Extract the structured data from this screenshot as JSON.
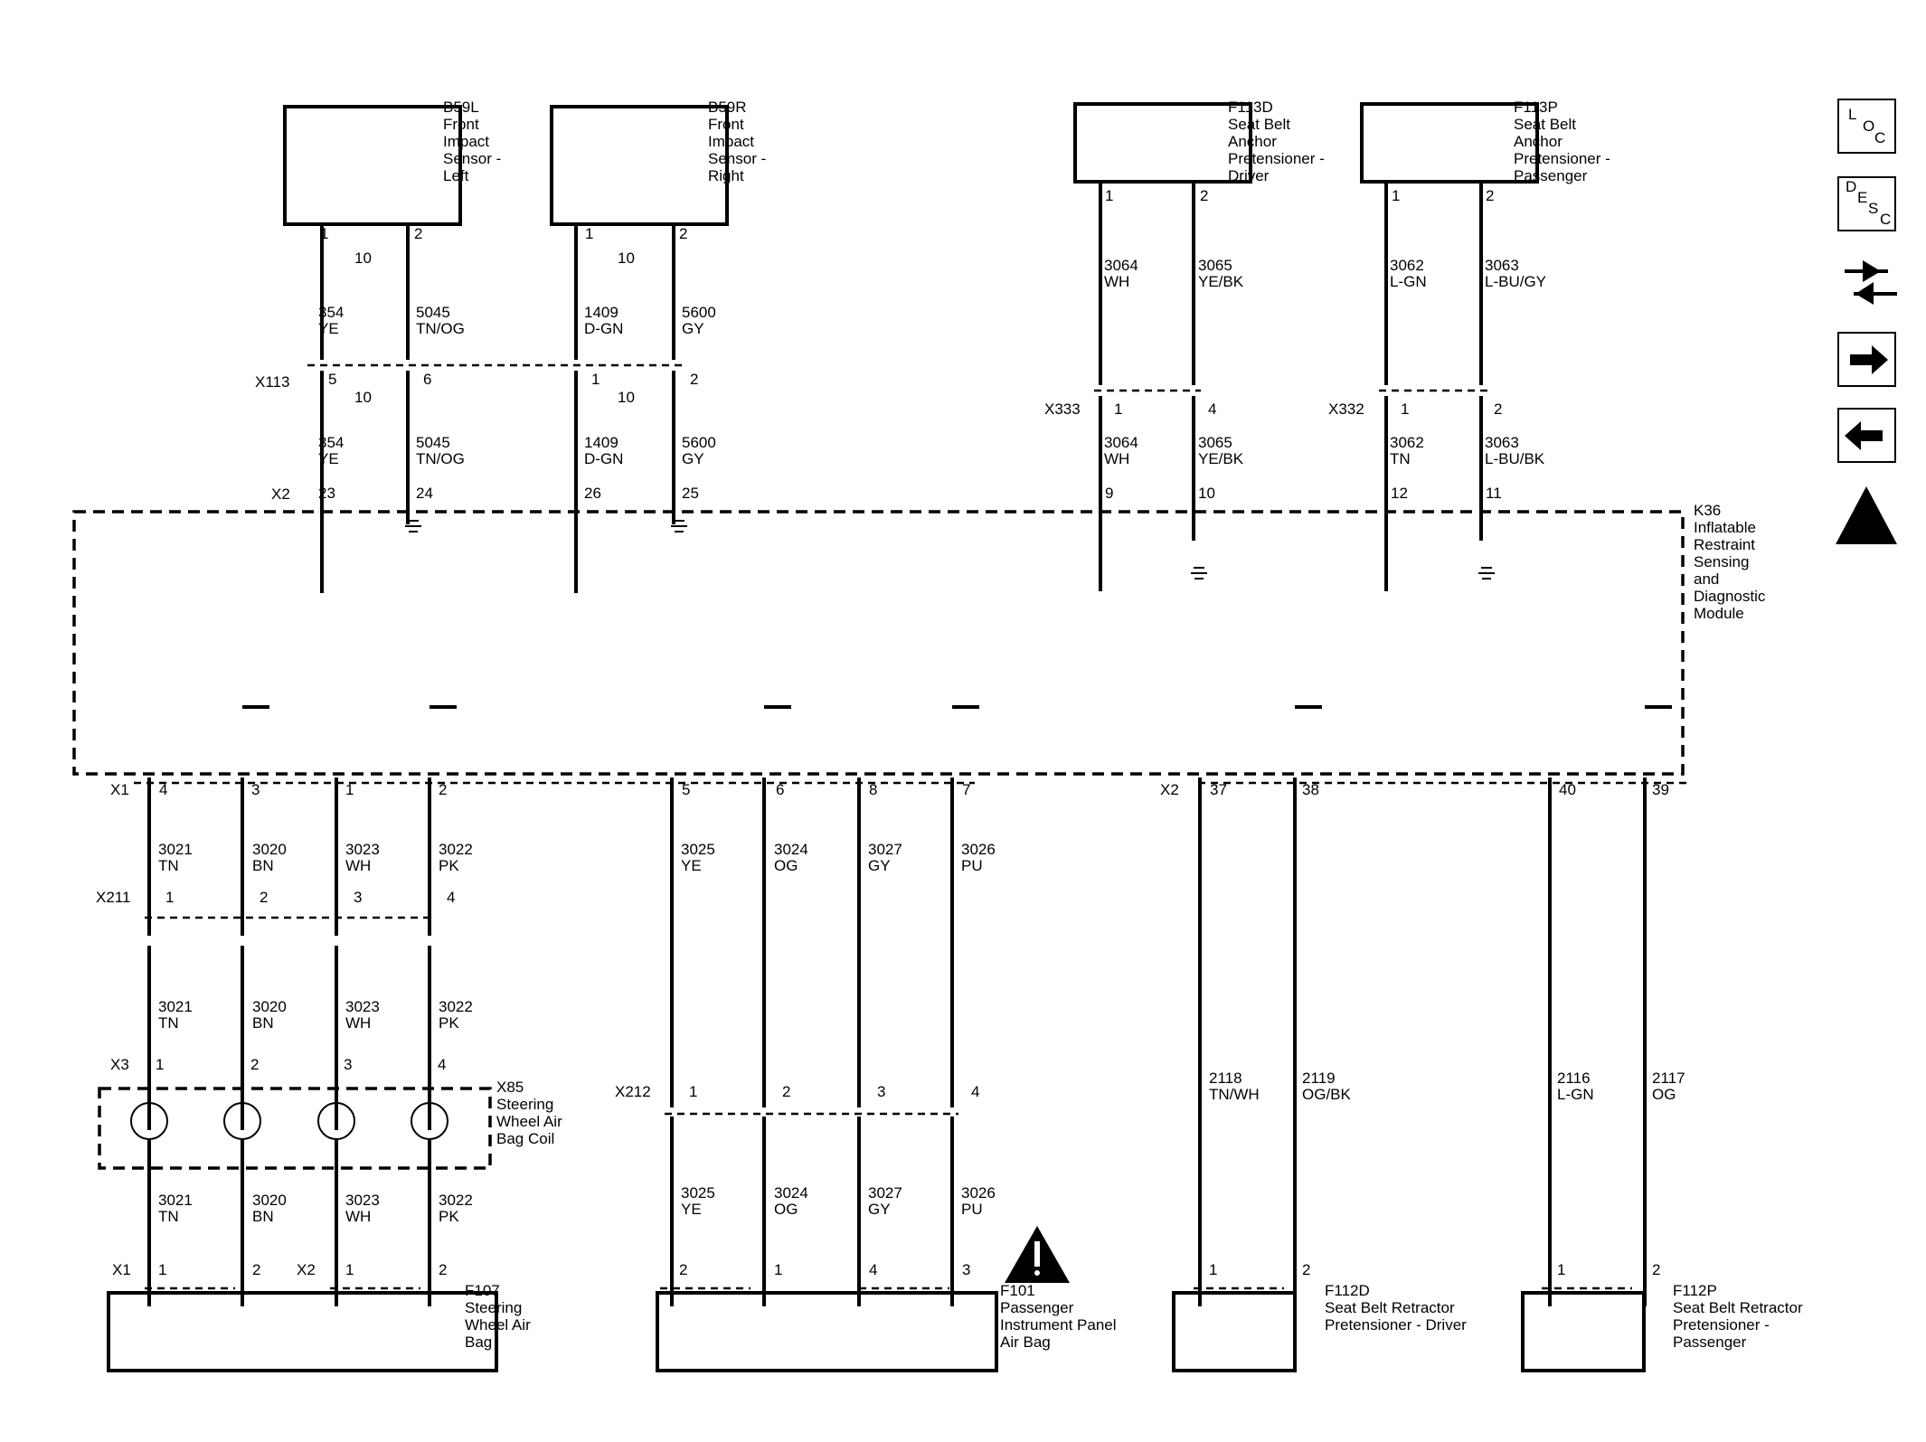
{
  "top_components": [
    {
      "id": "B59L",
      "lines": [
        "B59L",
        "Front",
        "Impact",
        "Sensor -",
        "Left"
      ],
      "pins": [
        "1",
        "2"
      ],
      "twist": "10",
      "wires": [
        {
          "c": "354",
          "k": "YE"
        },
        {
          "c": "5045",
          "k": "TN/OG"
        }
      ],
      "connector_pins": [
        "5",
        "6"
      ],
      "twist2": "10",
      "wires2": [
        {
          "c": "354",
          "k": "YE"
        },
        {
          "c": "5045",
          "k": "TN/OG"
        }
      ],
      "k36_pins": [
        "23",
        "24"
      ]
    },
    {
      "id": "B59R",
      "lines": [
        "B59R",
        "Front",
        "Impact",
        "Sensor -",
        "Right"
      ],
      "pins": [
        "1",
        "2"
      ],
      "twist": "10",
      "wires": [
        {
          "c": "1409",
          "k": "D-GN"
        },
        {
          "c": "5600",
          "k": "GY"
        }
      ],
      "connector_pins": [
        "1",
        "2"
      ],
      "twist2": "10",
      "wires2": [
        {
          "c": "1409",
          "k": "D-GN"
        },
        {
          "c": "5600",
          "k": "GY"
        }
      ],
      "k36_pins": [
        "26",
        "25"
      ]
    },
    {
      "id": "F113D",
      "lines": [
        "F113D",
        "Seat Belt",
        "Anchor",
        "Pretensioner -",
        "Driver"
      ],
      "pins": [
        "1",
        "2"
      ],
      "wires": [
        {
          "c": "3064",
          "k": "WH"
        },
        {
          "c": "3065",
          "k": "YE/BK"
        }
      ],
      "connector": "X333",
      "connector_pins": [
        "1",
        "4"
      ],
      "wires2": [
        {
          "c": "3064",
          "k": "WH"
        },
        {
          "c": "3065",
          "k": "YE/BK"
        }
      ],
      "k36_pins": [
        "9",
        "10"
      ]
    },
    {
      "id": "F113P",
      "lines": [
        "F113P",
        "Seat Belt",
        "Anchor",
        "Pretensioner -",
        "Passenger"
      ],
      "pins": [
        "1",
        "2"
      ],
      "wires": [
        {
          "c": "3062",
          "k": "L-GN"
        },
        {
          "c": "3063",
          "k": "L-BU/GY"
        }
      ],
      "connector": "X332",
      "connector_pins": [
        "1",
        "2"
      ],
      "wires2": [
        {
          "c": "3062",
          "k": "TN"
        },
        {
          "c": "3063",
          "k": "L-BU/BK"
        }
      ],
      "k36_pins": [
        "12",
        "11"
      ]
    }
  ],
  "connectors": {
    "x113": "X113",
    "x2_top": "X2",
    "x1": "X1",
    "x2_bot": "X2",
    "x211": "X211",
    "x212": "X212",
    "x3": "X3",
    "f107_x1": "X1",
    "f107_x2": "X2"
  },
  "module": {
    "lines": [
      "K36",
      "Inflatable",
      "Restraint",
      "Sensing",
      "and",
      "Diagnostic",
      "Module"
    ]
  },
  "bottom_columns": [
    {
      "k36_pin": "4",
      "w1": {
        "c": "3021",
        "k": "TN"
      },
      "x211": "1",
      "w2": {
        "c": "3021",
        "k": "TN"
      },
      "x3": "1",
      "w3": {
        "c": "3021",
        "k": "TN"
      },
      "end": "1"
    },
    {
      "k36_pin": "3",
      "w1": {
        "c": "3020",
        "k": "BN"
      },
      "x211": "2",
      "w2": {
        "c": "3020",
        "k": "BN"
      },
      "x3": "2",
      "w3": {
        "c": "3020",
        "k": "BN"
      },
      "end": "2"
    },
    {
      "k36_pin": "1",
      "w1": {
        "c": "3023",
        "k": "WH"
      },
      "x211": "3",
      "w2": {
        "c": "3023",
        "k": "WH"
      },
      "x3": "3",
      "w3": {
        "c": "3023",
        "k": "WH"
      },
      "end": "1"
    },
    {
      "k36_pin": "2",
      "w1": {
        "c": "3022",
        "k": "PK"
      },
      "x211": "4",
      "w2": {
        "c": "3022",
        "k": "PK"
      },
      "x3": "4",
      "w3": {
        "c": "3022",
        "k": "PK"
      },
      "end": "2"
    },
    {
      "k36_pin": "5",
      "w1": {
        "c": "3025",
        "k": "YE"
      },
      "x212": "1",
      "w2": {
        "c": "3025",
        "k": "YE"
      },
      "end": "2"
    },
    {
      "k36_pin": "6",
      "w1": {
        "c": "3024",
        "k": "OG"
      },
      "x212": "2",
      "w2": {
        "c": "3024",
        "k": "OG"
      },
      "end": "1"
    },
    {
      "k36_pin": "8",
      "w1": {
        "c": "3027",
        "k": "GY"
      },
      "x212": "3",
      "w2": {
        "c": "3027",
        "k": "GY"
      },
      "end": "4"
    },
    {
      "k36_pin": "7",
      "w1": {
        "c": "3026",
        "k": "PU"
      },
      "x212": "4",
      "w2": {
        "c": "3026",
        "k": "PU"
      },
      "end": "3"
    },
    {
      "k36_pin": "37",
      "w1": {
        "c": "2118",
        "k": "TN/WH"
      },
      "end": "1"
    },
    {
      "k36_pin": "38",
      "w1": {
        "c": "2119",
        "k": "OG/BK"
      },
      "end": "2"
    },
    {
      "k36_pin": "40",
      "w1": {
        "c": "2116",
        "k": "L-GN"
      },
      "end": "1"
    },
    {
      "k36_pin": "39",
      "w1": {
        "c": "2117",
        "k": "OG"
      },
      "end": "2"
    }
  ],
  "x85": {
    "lines": [
      "X85",
      "Steering",
      "Wheel Air",
      "Bag Coil"
    ]
  },
  "bottom_components": [
    {
      "id": "F107",
      "lines": [
        "F107",
        "Steering",
        "Wheel Air",
        "Bag"
      ]
    },
    {
      "id": "F101",
      "lines": [
        "F101",
        "Passenger",
        "Instrument Panel",
        "Air Bag"
      ]
    },
    {
      "id": "F112D",
      "lines": [
        "F112D",
        "Seat Belt Retractor",
        "Pretensioner - Driver"
      ]
    },
    {
      "id": "F112P",
      "lines": [
        "F112P",
        "Seat Belt Retractor",
        "Pretensioner -",
        "Passenger"
      ]
    }
  ],
  "side_icons": [
    {
      "name": "loc-icon",
      "letters": [
        "L",
        "O",
        "C"
      ]
    },
    {
      "name": "desc-icon",
      "letters": [
        "D",
        "E",
        "S",
        "C"
      ]
    },
    {
      "name": "connector-tool-icon"
    },
    {
      "name": "arrow-right-icon"
    },
    {
      "name": "arrow-left-icon"
    },
    {
      "name": "airbag-warning-icon"
    }
  ]
}
